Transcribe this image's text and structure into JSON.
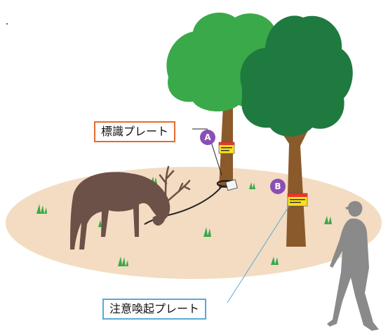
{
  "callouts": {
    "sign_plate": "標識プレート",
    "warning_plate": "注意喚起プレート"
  },
  "markers": {
    "a": "A",
    "b": "B"
  },
  "colors": {
    "ground": "#f3dcc2",
    "tree_light": "#3aa94a",
    "tree_dark": "#1f7a3f",
    "trunk": "#8b5a2b",
    "deer": "#6b5148",
    "person": "#8a8a8a",
    "marker": "#8a4fb3",
    "callout_sign_border": "#e46c2c",
    "callout_warn_border": "#5aa9d6",
    "plate_yellow": "#ffe11a",
    "plate_red": "#e8342d"
  }
}
